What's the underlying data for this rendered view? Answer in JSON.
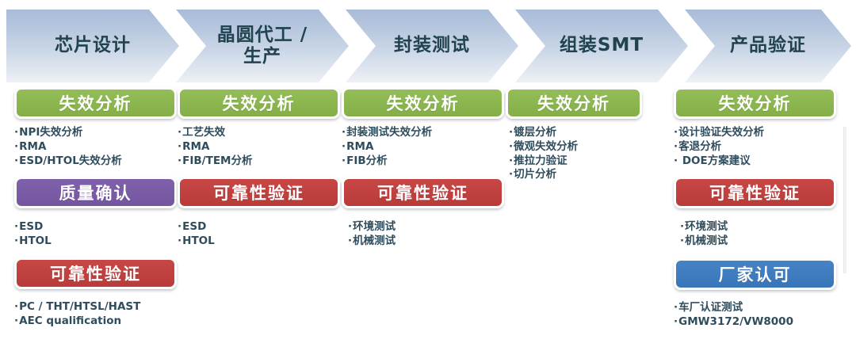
{
  "title": "半导体制程质量流程图",
  "colors": {
    "green": "#8cb64f",
    "purple": "#7a5ba5",
    "red": "#c0413f",
    "blue": "#3f7cc0",
    "chevron_top": "#a9bcd8",
    "chevron_bottom": "#eef1f6",
    "chevron_text": "#21424f",
    "bullet_text": "#2f4c5c"
  },
  "stages": [
    {
      "id": "chip-design",
      "label": "芯片设计"
    },
    {
      "id": "wafer-foundry",
      "label": "晶圆代工 /",
      "label2": "生产"
    },
    {
      "id": "package-test",
      "label": "封装测试"
    },
    {
      "id": "assembly-smt",
      "label": "组装SMT"
    },
    {
      "id": "product-validation",
      "label": "产品验证"
    }
  ],
  "columns": [
    {
      "id": "col-chip-design",
      "groups": [
        {
          "id": "fa",
          "color": "green",
          "label": "失效分析",
          "items": [
            "NPI失效分析",
            "RMA",
            "ESD/HTOL失效分析"
          ]
        },
        {
          "id": "qc",
          "color": "purple",
          "label": "质量确认",
          "items": [
            "ESD",
            "HTOL"
          ]
        },
        {
          "id": "rel",
          "color": "red",
          "label": "可靠性验证",
          "items": [
            "PC / THT/HTSL/HAST",
            "AEC qualification"
          ]
        }
      ]
    },
    {
      "id": "col-wafer-foundry",
      "groups": [
        {
          "id": "fa",
          "color": "green",
          "label": "失效分析",
          "items": [
            "工艺失效",
            "RMA",
            "FIB/TEM分析"
          ]
        },
        {
          "id": "rel",
          "color": "red",
          "label": "可靠性验证",
          "items": [
            "ESD",
            "HTOL"
          ]
        }
      ]
    },
    {
      "id": "col-package-test",
      "groups": [
        {
          "id": "fa",
          "color": "green",
          "label": "失效分析",
          "items": [
            "封装测试失效分析",
            "RMA",
            "FIB分析"
          ]
        },
        {
          "id": "rel",
          "color": "red",
          "label": "可靠性验证",
          "items": [
            "环境测试",
            "机械测试"
          ]
        }
      ]
    },
    {
      "id": "col-assembly-smt",
      "groups": [
        {
          "id": "fa",
          "color": "green",
          "label": "失效分析",
          "items": [
            "镀层分析",
            "微观失效分析",
            "推拉力验证",
            "切片分析"
          ]
        }
      ]
    },
    {
      "id": "col-product-validation",
      "groups": [
        {
          "id": "fa",
          "color": "green",
          "label": "失效分析",
          "items": [
            "设计验证失效分析",
            "客退分析",
            " DOE方案建议"
          ]
        },
        {
          "id": "rel",
          "color": "red",
          "label": "可靠性验证",
          "items": [
            "环境测试",
            "机械测试"
          ]
        },
        {
          "id": "oem",
          "color": "blue",
          "label": "厂家认可",
          "items": [
            "车厂认证测试",
            "GMW3172/VW8000"
          ]
        }
      ]
    }
  ],
  "bullet_char": "·"
}
